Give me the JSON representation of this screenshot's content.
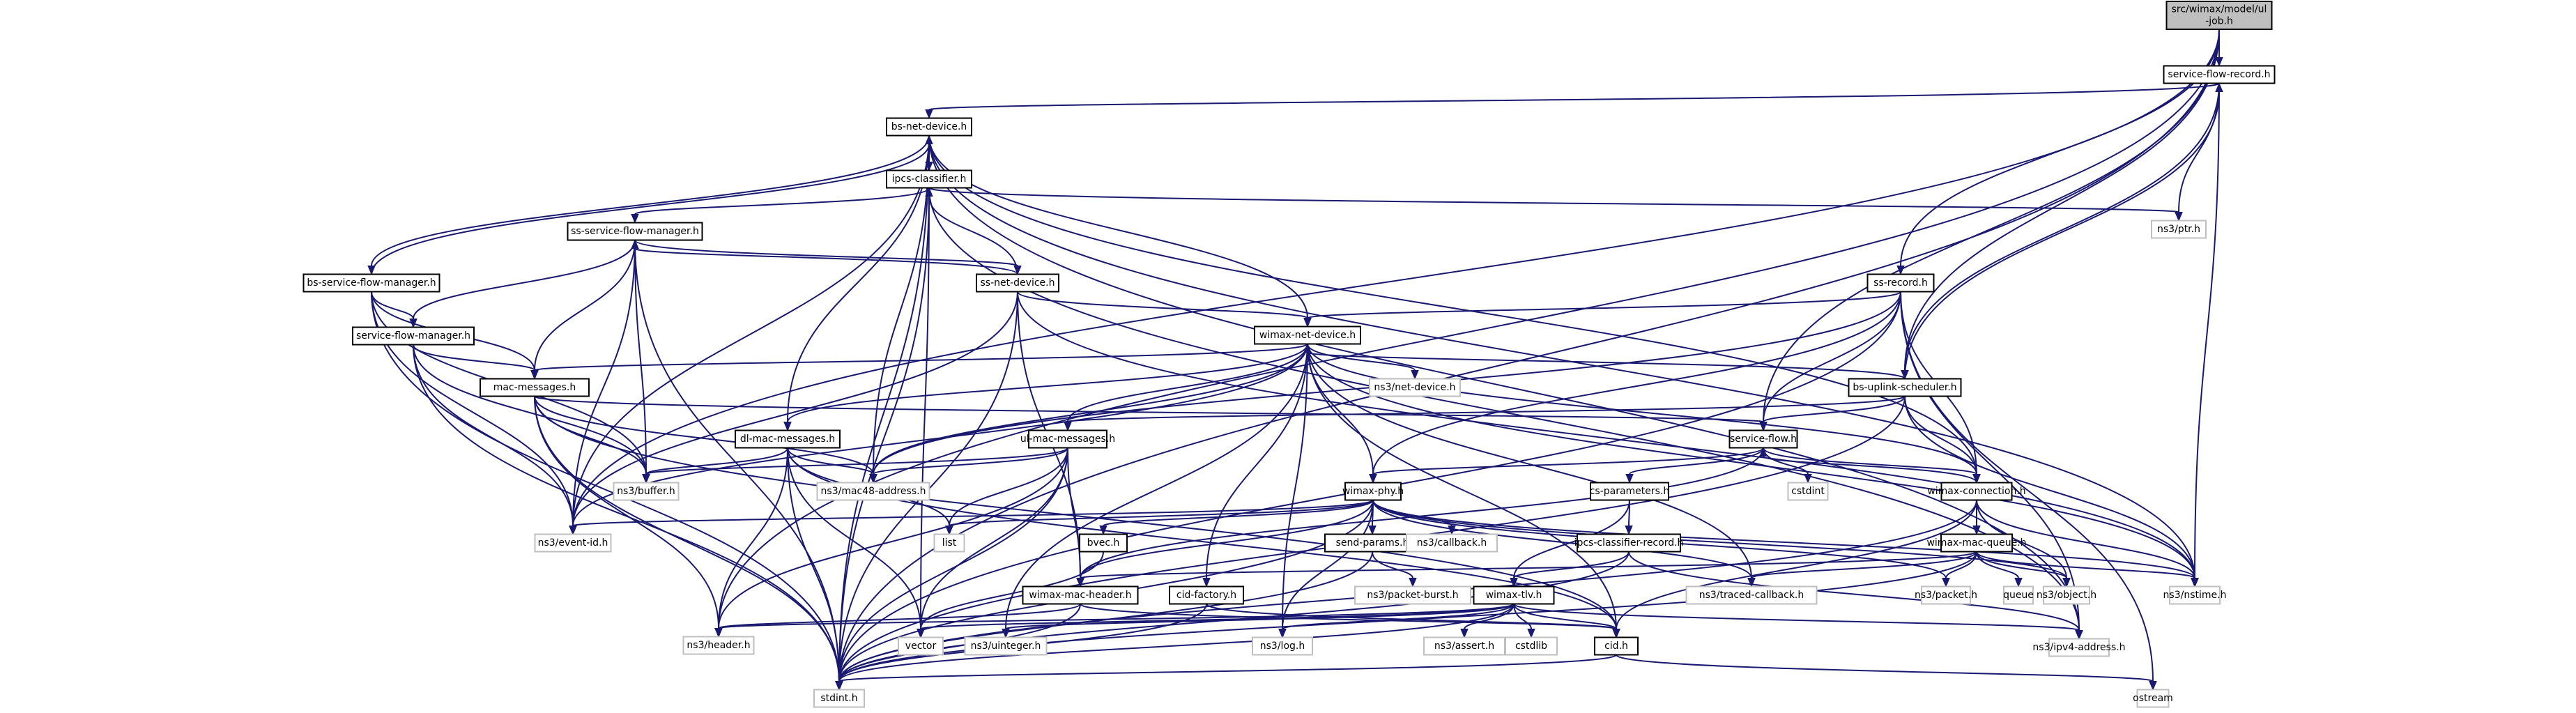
{
  "title": "src/wimax/model/ul-job.h include dependency graph",
  "colors": {
    "edge": "#191970",
    "root_fill": "#bfbfbf",
    "local_border": "#000000",
    "external_border": "#bfbfbf"
  },
  "nodes": [
    {
      "id": "root",
      "label": [
        "src/wimax/model/ul",
        "-job.h"
      ],
      "kind": "root"
    },
    {
      "id": "service-flow-record",
      "label": [
        "service-flow-record.h"
      ],
      "kind": "local"
    },
    {
      "id": "bs-net-device",
      "label": [
        "bs-net-device.h"
      ],
      "kind": "local"
    },
    {
      "id": "ipcs-classifier",
      "label": [
        "ipcs-classifier.h"
      ],
      "kind": "local"
    },
    {
      "id": "ptr",
      "label": [
        "ns3/ptr.h"
      ],
      "kind": "external"
    },
    {
      "id": "ss-service-flow-manager",
      "label": [
        "ss-service-flow-manager.h"
      ],
      "kind": "local"
    },
    {
      "id": "bs-service-flow-manager",
      "label": [
        "bs-service-flow-manager.h"
      ],
      "kind": "local"
    },
    {
      "id": "ss-net-device",
      "label": [
        "ss-net-device.h"
      ],
      "kind": "local"
    },
    {
      "id": "ss-record",
      "label": [
        "ss-record.h"
      ],
      "kind": "local"
    },
    {
      "id": "service-flow-manager",
      "label": [
        "service-flow-manager.h"
      ],
      "kind": "local"
    },
    {
      "id": "wimax-net-device",
      "label": [
        "wimax-net-device.h"
      ],
      "kind": "local"
    },
    {
      "id": "net-device",
      "label": [
        "ns3/net-device.h"
      ],
      "kind": "external"
    },
    {
      "id": "mac-messages",
      "label": [
        "mac-messages.h"
      ],
      "kind": "local"
    },
    {
      "id": "bs-uplink-scheduler",
      "label": [
        "bs-uplink-scheduler.h"
      ],
      "kind": "local"
    },
    {
      "id": "dl-mac-messages",
      "label": [
        "dl-mac-messages.h"
      ],
      "kind": "local"
    },
    {
      "id": "ul-mac-messages",
      "label": [
        "ul-mac-messages.h"
      ],
      "kind": "local"
    },
    {
      "id": "service-flow",
      "label": [
        "service-flow.h"
      ],
      "kind": "local"
    },
    {
      "id": "buffer",
      "label": [
        "ns3/buffer.h"
      ],
      "kind": "external"
    },
    {
      "id": "mac48-address",
      "label": [
        "ns3/mac48-address.h"
      ],
      "kind": "external"
    },
    {
      "id": "cstdint",
      "label": [
        "cstdint"
      ],
      "kind": "external"
    },
    {
      "id": "cs-parameters",
      "label": [
        "cs-parameters.h"
      ],
      "kind": "local"
    },
    {
      "id": "wimax-phy",
      "label": [
        "wimax-phy.h"
      ],
      "kind": "local"
    },
    {
      "id": "wimax-connection",
      "label": [
        "wimax-connection.h"
      ],
      "kind": "local"
    },
    {
      "id": "event-id",
      "label": [
        "ns3/event-id.h"
      ],
      "kind": "external"
    },
    {
      "id": "list",
      "label": [
        "list"
      ],
      "kind": "external"
    },
    {
      "id": "bvec",
      "label": [
        "bvec.h"
      ],
      "kind": "local"
    },
    {
      "id": "send-params",
      "label": [
        "send-params.h"
      ],
      "kind": "local"
    },
    {
      "id": "callback",
      "label": [
        "ns3/callback.h"
      ],
      "kind": "external"
    },
    {
      "id": "ipcs-classifier-record",
      "label": [
        "ipcs-classifier-record.h"
      ],
      "kind": "local"
    },
    {
      "id": "wimax-mac-queue",
      "label": [
        "wimax-mac-queue.h"
      ],
      "kind": "local"
    },
    {
      "id": "wimax-mac-header",
      "label": [
        "wimax-mac-header.h"
      ],
      "kind": "local"
    },
    {
      "id": "cid-factory",
      "label": [
        "cid-factory.h"
      ],
      "kind": "local"
    },
    {
      "id": "packet-burst",
      "label": [
        "ns3/packet-burst.h"
      ],
      "kind": "external"
    },
    {
      "id": "wimax-tlv",
      "label": [
        "wimax-tlv.h"
      ],
      "kind": "local"
    },
    {
      "id": "traced-callback",
      "label": [
        "ns3/traced-callback.h"
      ],
      "kind": "external"
    },
    {
      "id": "packet",
      "label": [
        "ns3/packet.h"
      ],
      "kind": "external"
    },
    {
      "id": "queue",
      "label": [
        "queue"
      ],
      "kind": "external"
    },
    {
      "id": "object",
      "label": [
        "ns3/object.h"
      ],
      "kind": "external"
    },
    {
      "id": "nstime",
      "label": [
        "ns3/nstime.h"
      ],
      "kind": "external"
    },
    {
      "id": "header",
      "label": [
        "ns3/header.h"
      ],
      "kind": "external"
    },
    {
      "id": "vector",
      "label": [
        "vector"
      ],
      "kind": "external"
    },
    {
      "id": "uinteger",
      "label": [
        "ns3/uinteger.h"
      ],
      "kind": "external"
    },
    {
      "id": "log",
      "label": [
        "ns3/log.h"
      ],
      "kind": "external"
    },
    {
      "id": "assert",
      "label": [
        "ns3/assert.h"
      ],
      "kind": "external"
    },
    {
      "id": "cstdlib",
      "label": [
        "cstdlib"
      ],
      "kind": "external"
    },
    {
      "id": "cid",
      "label": [
        "cid.h"
      ],
      "kind": "local"
    },
    {
      "id": "ipv4-address",
      "label": [
        "ns3/ipv4-address.h"
      ],
      "kind": "external"
    },
    {
      "id": "stdint",
      "label": [
        "stdint.h"
      ],
      "kind": "external"
    },
    {
      "id": "ostream",
      "label": [
        "ostream"
      ],
      "kind": "external"
    }
  ],
  "edges": [
    [
      "root",
      "service-flow-record"
    ],
    [
      "root",
      "ss-record"
    ],
    [
      "root",
      "service-flow"
    ],
    [
      "root",
      "stdint"
    ],
    [
      "root",
      "header"
    ],
    [
      "root",
      "event-id"
    ],
    [
      "root",
      "bs-uplink-scheduler"
    ],
    [
      "service-flow-record",
      "bs-net-device"
    ],
    [
      "service-flow-record",
      "ptr"
    ],
    [
      "service-flow-record",
      "nstime"
    ],
    [
      "service-flow-record",
      "bs-uplink-scheduler"
    ],
    [
      "bs-net-device",
      "ipcs-classifier"
    ],
    [
      "bs-net-device",
      "wimax-net-device"
    ],
    [
      "bs-net-device",
      "bs-service-flow-manager"
    ],
    [
      "bs-net-device",
      "dl-mac-messages"
    ],
    [
      "bs-net-device",
      "mac48-address"
    ],
    [
      "bs-net-device",
      "wimax-connection"
    ],
    [
      "bs-net-device",
      "nstime"
    ],
    [
      "bs-net-device",
      "ipv4-address"
    ],
    [
      "bs-net-device",
      "stdint"
    ],
    [
      "bs-net-device",
      "event-id"
    ],
    [
      "ipcs-classifier",
      "ss-service-flow-manager"
    ],
    [
      "ipcs-classifier",
      "ptr"
    ],
    [
      "ipcs-classifier",
      "vector"
    ],
    [
      "ipcs-classifier",
      "stdint"
    ],
    [
      "ipcs-classifier",
      "ipv4-address"
    ],
    [
      "ss-service-flow-manager",
      "service-flow-manager"
    ],
    [
      "ss-service-flow-manager",
      "mac-messages"
    ],
    [
      "ss-service-flow-manager",
      "buffer"
    ],
    [
      "ss-service-flow-manager",
      "event-id"
    ],
    [
      "ss-service-flow-manager",
      "stdint"
    ],
    [
      "ss-service-flow-manager",
      "ss-net-device"
    ],
    [
      "bs-service-flow-manager",
      "service-flow-manager"
    ],
    [
      "bs-service-flow-manager",
      "mac-messages"
    ],
    [
      "bs-service-flow-manager",
      "buffer"
    ],
    [
      "bs-service-flow-manager",
      "event-id"
    ],
    [
      "bs-service-flow-manager",
      "stdint"
    ],
    [
      "bs-service-flow-manager",
      "bs-net-device"
    ],
    [
      "ss-net-device",
      "wimax-net-device"
    ],
    [
      "ss-net-device",
      "ss-service-flow-manager"
    ],
    [
      "ss-net-device",
      "ipcs-classifier"
    ],
    [
      "ss-net-device",
      "wimax-mac-header"
    ],
    [
      "ss-net-device",
      "event-id"
    ],
    [
      "ss-net-device",
      "stdint"
    ],
    [
      "ss-net-device",
      "nstime"
    ],
    [
      "ss-record",
      "wimax-net-device"
    ],
    [
      "ss-record",
      "service-flow"
    ],
    [
      "ss-record",
      "wimax-connection"
    ],
    [
      "ss-record",
      "wimax-phy"
    ],
    [
      "ss-record",
      "mac48-address"
    ],
    [
      "ss-record",
      "ipv4-address"
    ],
    [
      "ss-record",
      "ostream"
    ],
    [
      "ss-record",
      "stdint"
    ],
    [
      "service-flow-manager",
      "mac-messages"
    ],
    [
      "service-flow-manager",
      "buffer"
    ],
    [
      "service-flow-manager",
      "event-id"
    ],
    [
      "service-flow-manager",
      "stdint"
    ],
    [
      "wimax-net-device",
      "net-device"
    ],
    [
      "wimax-net-device",
      "mac-messages"
    ],
    [
      "wimax-net-device",
      "dl-mac-messages"
    ],
    [
      "wimax-net-device",
      "ul-mac-messages"
    ],
    [
      "wimax-net-device",
      "wimax-phy"
    ],
    [
      "wimax-net-device",
      "wimax-connection"
    ],
    [
      "wimax-net-device",
      "cid-factory"
    ],
    [
      "wimax-net-device",
      "mac48-address"
    ],
    [
      "wimax-net-device",
      "traced-callback"
    ],
    [
      "wimax-net-device",
      "log"
    ],
    [
      "wimax-net-device",
      "uinteger"
    ],
    [
      "wimax-net-device",
      "nstime"
    ],
    [
      "wimax-net-device",
      "cid"
    ],
    [
      "wimax-net-device",
      "event-id"
    ],
    [
      "mac-messages",
      "service-flow"
    ],
    [
      "mac-messages",
      "buffer"
    ],
    [
      "mac-messages",
      "mac48-address"
    ],
    [
      "mac-messages",
      "header"
    ],
    [
      "mac-messages",
      "stdint"
    ],
    [
      "mac-messages",
      "cid"
    ],
    [
      "bs-uplink-scheduler",
      "service-flow"
    ],
    [
      "bs-uplink-scheduler",
      "wimax-net-device"
    ],
    [
      "bs-uplink-scheduler",
      "ul-mac-messages"
    ],
    [
      "bs-uplink-scheduler",
      "wimax-connection"
    ],
    [
      "bs-uplink-scheduler",
      "nstime"
    ],
    [
      "bs-uplink-scheduler",
      "stdint"
    ],
    [
      "bs-uplink-scheduler",
      "service-flow-record"
    ],
    [
      "dl-mac-messages",
      "buffer"
    ],
    [
      "dl-mac-messages",
      "mac48-address"
    ],
    [
      "dl-mac-messages",
      "header"
    ],
    [
      "dl-mac-messages",
      "vector"
    ],
    [
      "dl-mac-messages",
      "list"
    ],
    [
      "dl-mac-messages",
      "stdint"
    ],
    [
      "dl-mac-messages",
      "cid"
    ],
    [
      "ul-mac-messages",
      "buffer"
    ],
    [
      "ul-mac-messages",
      "mac48-address"
    ],
    [
      "ul-mac-messages",
      "header"
    ],
    [
      "ul-mac-messages",
      "vector"
    ],
    [
      "ul-mac-messages",
      "list"
    ],
    [
      "ul-mac-messages",
      "stdint"
    ],
    [
      "ul-mac-messages",
      "wimax-mac-header"
    ],
    [
      "service-flow",
      "cstdint"
    ],
    [
      "service-flow",
      "cs-parameters"
    ],
    [
      "service-flow",
      "wimax-connection"
    ],
    [
      "service-flow",
      "wimax-phy"
    ],
    [
      "service-flow",
      "wimax-mac-header"
    ],
    [
      "cs-parameters",
      "ipcs-classifier-record"
    ],
    [
      "cs-parameters",
      "wimax-tlv"
    ],
    [
      "wimax-phy",
      "bvec"
    ],
    [
      "wimax-phy",
      "send-params"
    ],
    [
      "wimax-phy",
      "callback"
    ],
    [
      "wimax-phy",
      "list"
    ],
    [
      "wimax-phy",
      "event-id"
    ],
    [
      "wimax-phy",
      "log"
    ],
    [
      "wimax-phy",
      "traced-callback"
    ],
    [
      "wimax-phy",
      "nstime"
    ],
    [
      "wimax-phy",
      "object"
    ],
    [
      "wimax-phy",
      "packet"
    ],
    [
      "wimax-phy",
      "stdint"
    ],
    [
      "wimax-phy",
      "wimax-mac-header"
    ],
    [
      "wimax-connection",
      "wimax-mac-queue"
    ],
    [
      "wimax-connection",
      "cid"
    ],
    [
      "wimax-connection",
      "object"
    ],
    [
      "wimax-connection",
      "nstime"
    ],
    [
      "wimax-connection",
      "stdint"
    ],
    [
      "wimax-connection",
      "service-flow"
    ],
    [
      "bvec",
      "vector"
    ],
    [
      "send-params",
      "packet-burst"
    ],
    [
      "send-params",
      "stdint"
    ],
    [
      "ipcs-classifier-record",
      "wimax-tlv"
    ],
    [
      "ipcs-classifier-record",
      "ipv4-address"
    ],
    [
      "ipcs-classifier-record",
      "stdint"
    ],
    [
      "wimax-mac-queue",
      "wimax-mac-header"
    ],
    [
      "wimax-mac-queue",
      "packet"
    ],
    [
      "wimax-mac-queue",
      "queue"
    ],
    [
      "wimax-mac-queue",
      "object"
    ],
    [
      "wimax-mac-queue",
      "nstime"
    ],
    [
      "wimax-mac-queue",
      "traced-callback"
    ],
    [
      "wimax-mac-queue",
      "stdint"
    ],
    [
      "wimax-mac-header",
      "header"
    ],
    [
      "wimax-mac-header",
      "stdint"
    ],
    [
      "wimax-mac-header",
      "cid"
    ],
    [
      "cid-factory",
      "cid"
    ],
    [
      "cid-factory",
      "stdint"
    ],
    [
      "wimax-tlv",
      "header"
    ],
    [
      "wimax-tlv",
      "vector"
    ],
    [
      "wimax-tlv",
      "uinteger"
    ],
    [
      "wimax-tlv",
      "log"
    ],
    [
      "wimax-tlv",
      "assert"
    ],
    [
      "wimax-tlv",
      "cstdlib"
    ],
    [
      "wimax-tlv",
      "ipv4-address"
    ],
    [
      "wimax-tlv",
      "stdint"
    ],
    [
      "wimax-tlv",
      "cid"
    ],
    [
      "cid",
      "stdint"
    ],
    [
      "cid",
      "ostream"
    ]
  ]
}
